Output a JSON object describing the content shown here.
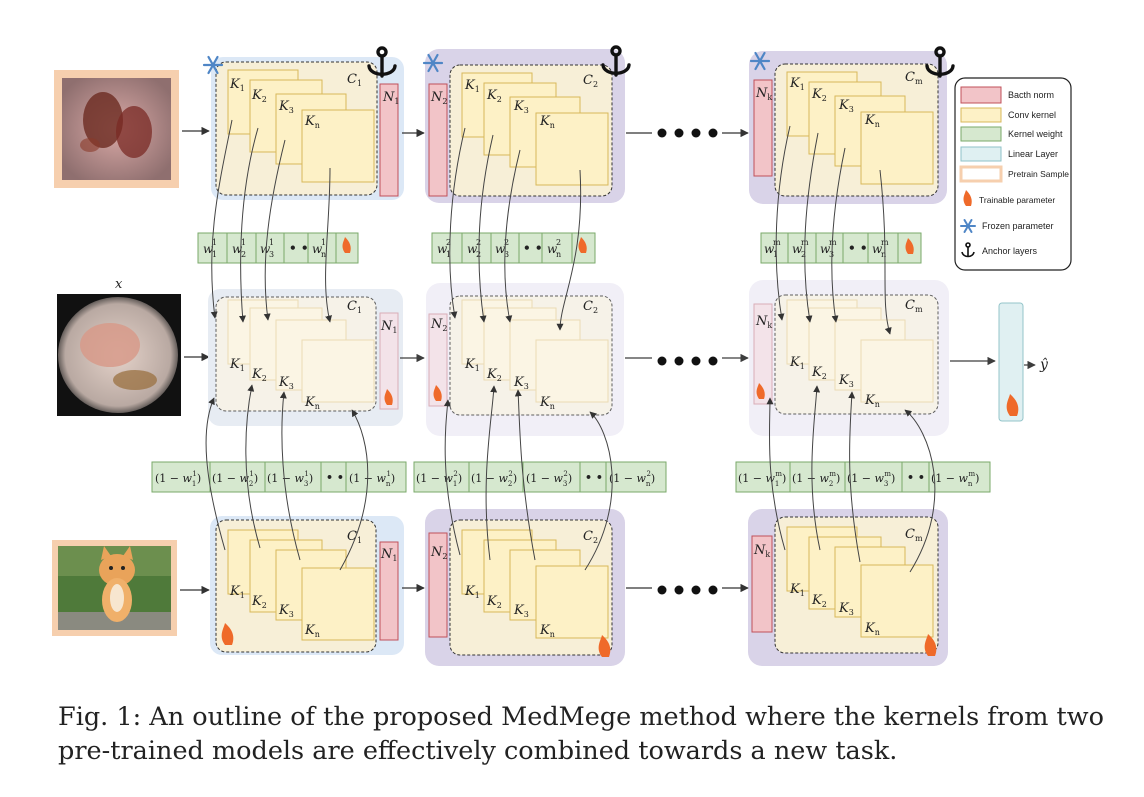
{
  "legend": {
    "batch_norm": "Bacth norm",
    "conv_kernel": "Conv kernel",
    "kernel_weight": "Kernel weight",
    "linear_layer": "Linear Layer",
    "pretrain_sample": "Pretrain Sample",
    "trainable": "Trainable parameter",
    "frozen": "Frozen parameter",
    "anchor": "Anchor layers"
  },
  "labels": {
    "input_x": "x",
    "output_y": "ŷ",
    "ellipsis": "• • • •",
    "dots": "• •"
  },
  "blocks": [
    {
      "c": "C",
      "c_sub": "1",
      "n_sub": "1"
    },
    {
      "c": "C",
      "c_sub": "2",
      "n_sub": "2"
    },
    {
      "c": "C",
      "c_sub": "m",
      "n_sub": "k"
    }
  ],
  "kernels": [
    {
      "k": "K",
      "sub": "1"
    },
    {
      "k": "K",
      "sub": "2"
    },
    {
      "k": "K",
      "sub": "3"
    },
    {
      "k": "K",
      "sub": "n"
    }
  ],
  "weight_row_top": [
    [
      "w",
      "1",
      "1"
    ],
    [
      "w",
      "2",
      "1"
    ],
    [
      "w",
      "3",
      "1"
    ],
    [
      "w",
      "n",
      "1"
    ]
  ],
  "weight_groups_top": [
    {
      "sup": "1"
    },
    {
      "sup": "2"
    },
    {
      "sup": "m"
    }
  ],
  "colors": {
    "batch_norm_fill": "#f2c4c8",
    "batch_norm_stroke": "#c0505a",
    "conv_fill": "#fdf1c6",
    "conv_stroke": "#d8b85a",
    "weight_fill": "#d6e8cf",
    "weight_stroke": "#7aa96a",
    "linear_fill": "#dff0f2",
    "linear_stroke": "#8fc2c8",
    "pretrain_stroke": "#f6cfae",
    "blue_bg": "#dce8f6",
    "purple_bg": "#d9d3e8",
    "light_bg": "#f1eff7",
    "arrow": "#333333"
  },
  "caption": {
    "line1": "Fig. 1: An outline of the proposed MedMege method where the kernels from two",
    "line2": "pre-trained models are effectively combined towards a new task."
  }
}
